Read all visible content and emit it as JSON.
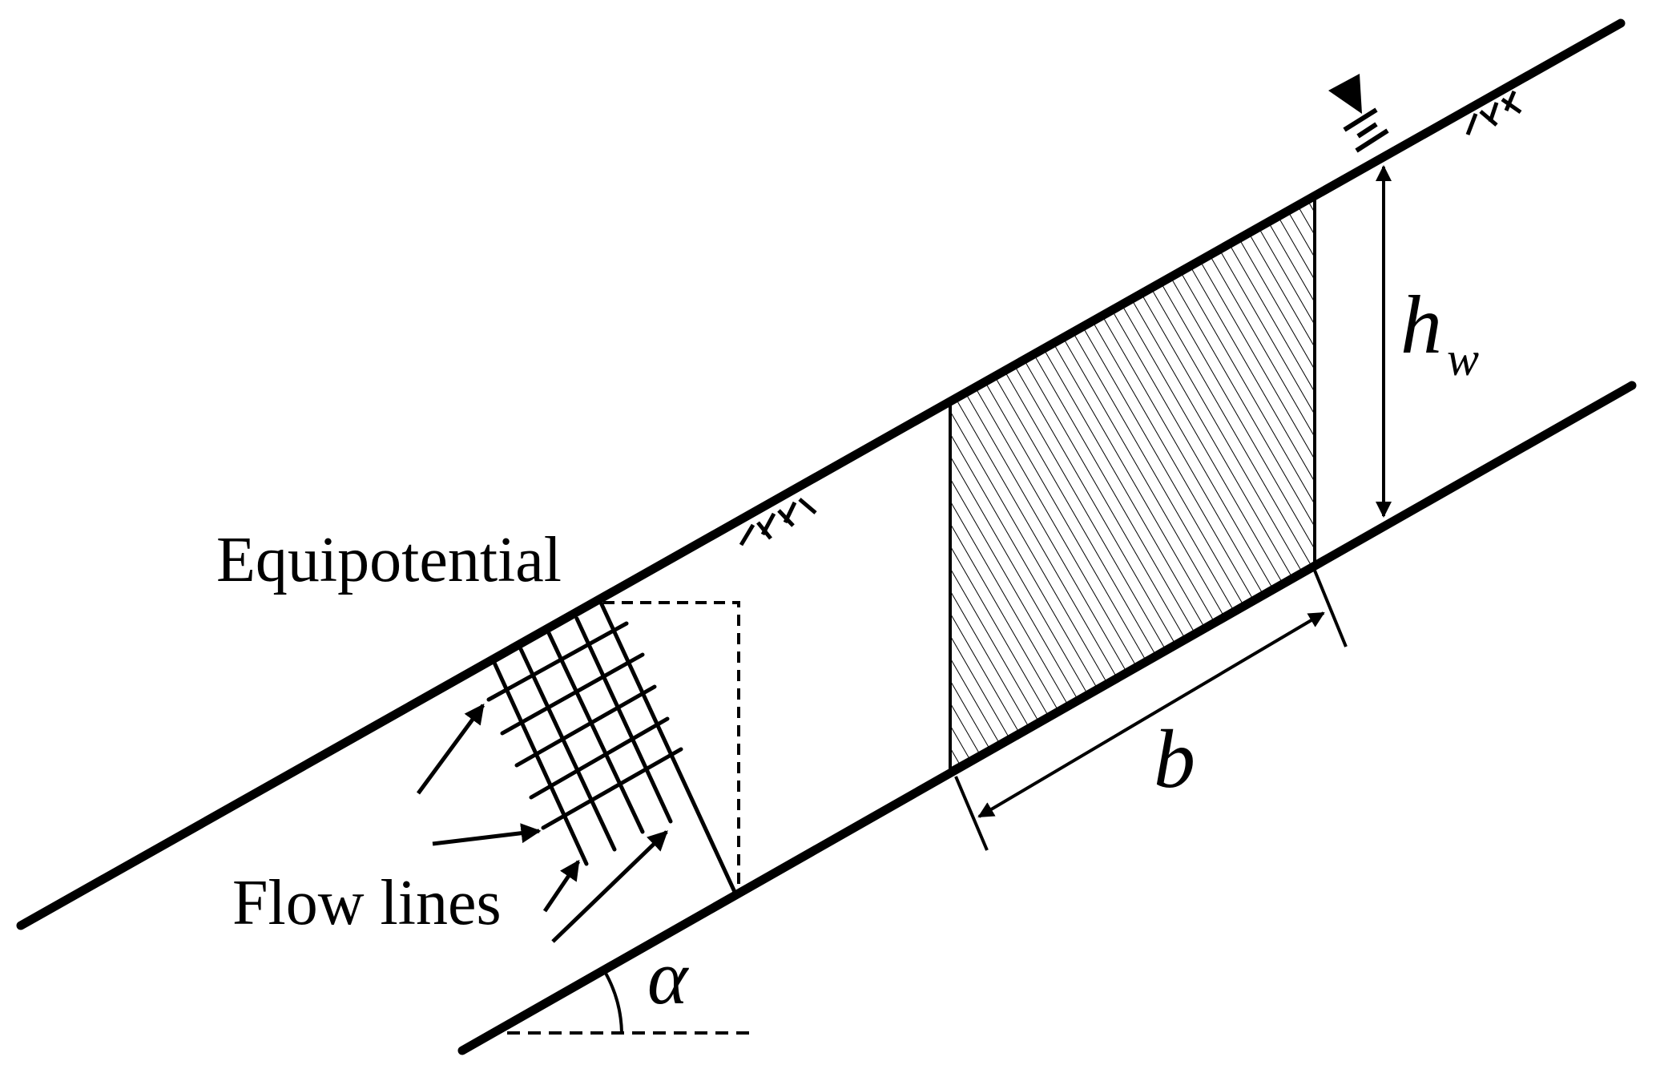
{
  "labels": {
    "equipotential": "Equipotential",
    "flow_lines": "Flow lines",
    "hw_main": "h",
    "hw_sub": "w",
    "b": "b",
    "alpha": "α"
  },
  "colors": {
    "stroke": "#000000",
    "background": "#ffffff"
  }
}
